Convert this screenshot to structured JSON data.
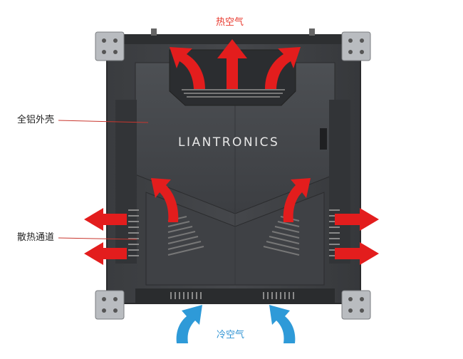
{
  "labels": {
    "hot_air": "热空气",
    "full_aluminum_shell": "全铝外壳",
    "heat_channel": "散热通道",
    "cold_air": "冷空气"
  },
  "brand": "LIANTRONICS",
  "colors": {
    "hot_arrow": "#e31d1d",
    "cold_arrow": "#2e9ad8",
    "cabinet": "#3b3d40",
    "leader_line": "#c9362e"
  }
}
